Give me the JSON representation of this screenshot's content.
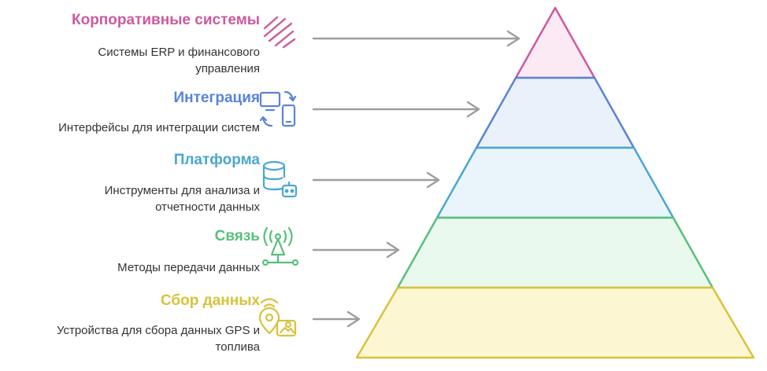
{
  "levels": [
    {
      "title": "Корпоративные системы",
      "desc": [
        "Системы ERP и финансового",
        "управления"
      ],
      "color": "#cc5a9f",
      "fill": "#fbeaf4",
      "icon": "enterprise-systems-icon"
    },
    {
      "title": "Интеграция",
      "desc": [
        "Интерфейсы для интеграции систем"
      ],
      "color": "#5a83d6",
      "fill": "#eaf1fb",
      "icon": "device-sync-icon"
    },
    {
      "title": "Платформа",
      "desc": [
        "Инструменты для анализа и",
        "отчетности данных"
      ],
      "color": "#4aa6d2",
      "fill": "#eaf5fb",
      "icon": "database-robot-icon"
    },
    {
      "title": "Связь",
      "desc": [
        "Методы передачи данных"
      ],
      "color": "#57c07a",
      "fill": "#e9f9ee",
      "icon": "antenna-network-icon"
    },
    {
      "title": "Сбор данных",
      "desc": [
        "Устройства для сбора данных GPS и",
        "топлива"
      ],
      "color": "#d9c23b",
      "fill": "#fcf7d2",
      "icon": "gps-location-icon"
    }
  ],
  "colors": {
    "arrow": "#9e9e9e"
  }
}
